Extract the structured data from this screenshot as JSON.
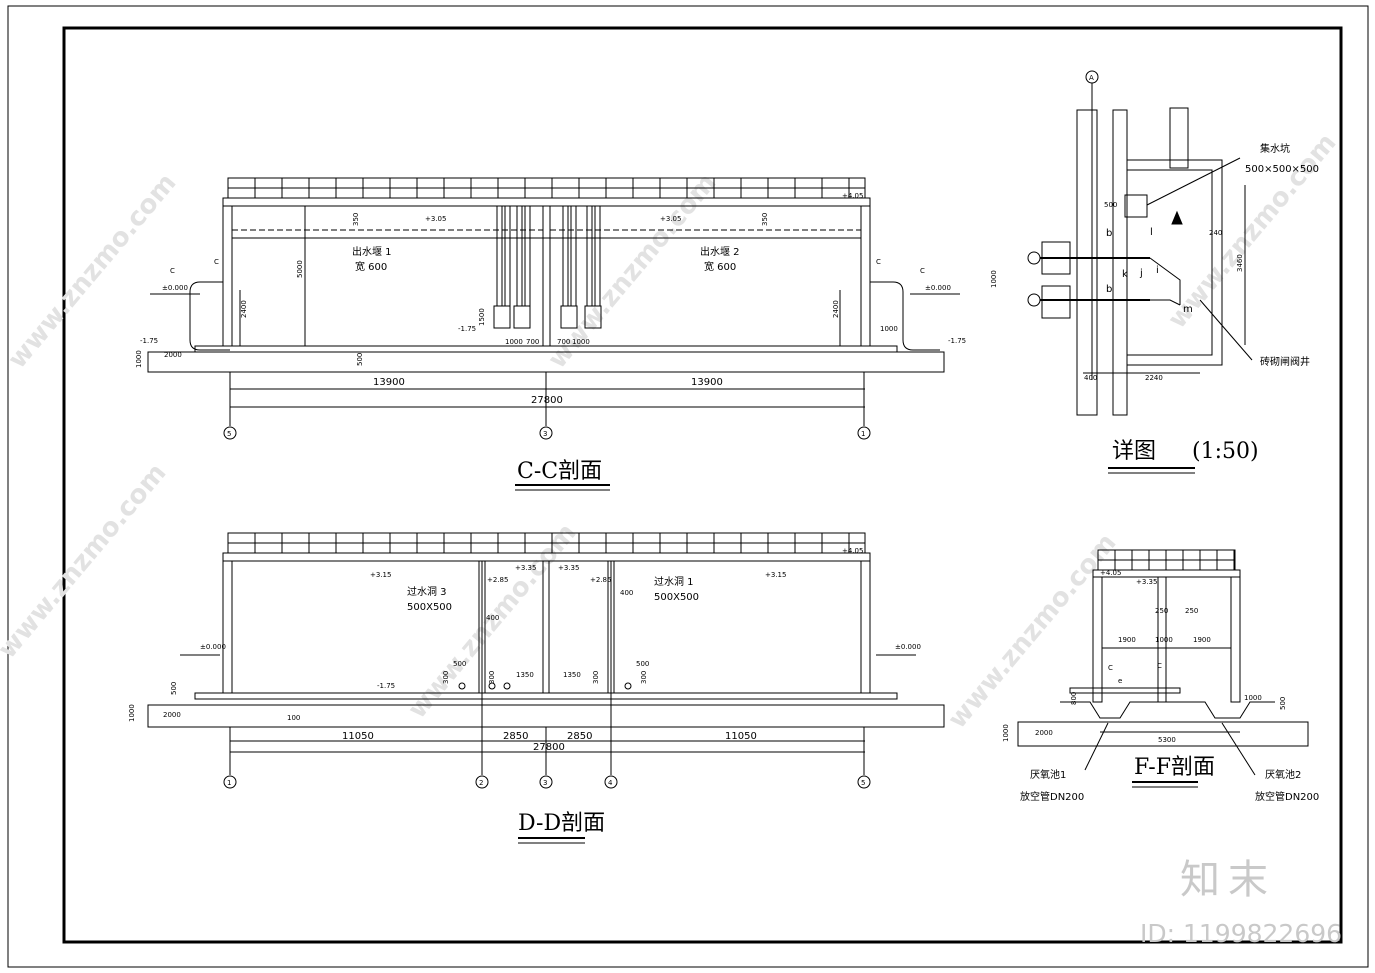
{
  "watermark": {
    "site": "www.znzmo.com",
    "brand": "知末",
    "id_label": "ID: 1199822696"
  },
  "section_cc": {
    "title": "C-C剖面",
    "overflow_weir_1": "出水堰 1",
    "overflow_weir_2": "出水堰 2",
    "width_label": "宽 600",
    "dim_left": "13900",
    "dim_right": "13900",
    "dim_total": "27800",
    "axis_left": "5",
    "axis_mid": "3",
    "axis_right": "1",
    "elev_top": "+4.05",
    "elev_water_left": "+3.05",
    "elev_water_right": "+3.05",
    "elev_ground_left": "±0.000",
    "elev_ground_right": "±0.000",
    "elev_bottom": "-1.75",
    "elev_ext_left": "-1.75",
    "elev_ext_right": "-1.75",
    "dim_350": "350",
    "dim_5000": "5000",
    "dim_2400": "2400",
    "dim_1500": "1500",
    "dim_1000": "1000",
    "dim_700": "700",
    "dim_500": "500",
    "dim_2000": "2000",
    "pipe_tag": "C"
  },
  "section_dd": {
    "title": "D-D剖面",
    "opening_3": "过水洞 3",
    "opening_1": "过水洞 1",
    "opening_size": "500X500",
    "dims": [
      "11050",
      "2850",
      "2850",
      "11050"
    ],
    "dim_total": "27800",
    "axes": [
      "1",
      "2",
      "3",
      "4",
      "5"
    ],
    "elev_top": "+4.05",
    "elev_315": "+3.15",
    "elev_335": "+3.35",
    "elev_285": "+2.85",
    "elev_ground": "±0.000",
    "elev_bottom": "-1.75",
    "dim_400": "400",
    "dim_500": "500",
    "dim_300": "300",
    "dim_1350": "1350",
    "dim_100": "100",
    "dim_2000": "2000",
    "dim_1000": "1000"
  },
  "detail": {
    "title": "详图",
    "scale": "(1:50)",
    "sump": "集水坑",
    "sump_size": "500×500×500",
    "valve_well": "砖砌闸阀井",
    "axis": "A",
    "dim_500": "500",
    "dim_240": "240",
    "dim_3460": "3460",
    "dim_1000": "1000",
    "dim_400": "400",
    "dim_2240": "2240",
    "letters": [
      "b",
      "b",
      "k",
      "j",
      "i",
      "l",
      "m"
    ]
  },
  "section_ff": {
    "title": "F-F剖面",
    "tank_1": "厌氧池1",
    "tank_2": "厌氧池2",
    "vent_pipe": "放空管DN200",
    "elev_top": "+4.05",
    "elev_335": "+3.35",
    "dims_top": [
      "1900",
      "1000",
      "1900"
    ],
    "dim_250": "250",
    "dim_5300": "5300",
    "dim_2000": "2000",
    "dim_1000": "1000",
    "dim_800": "800",
    "dim_500": "500",
    "letter_e": "e",
    "tag_c": "C"
  }
}
